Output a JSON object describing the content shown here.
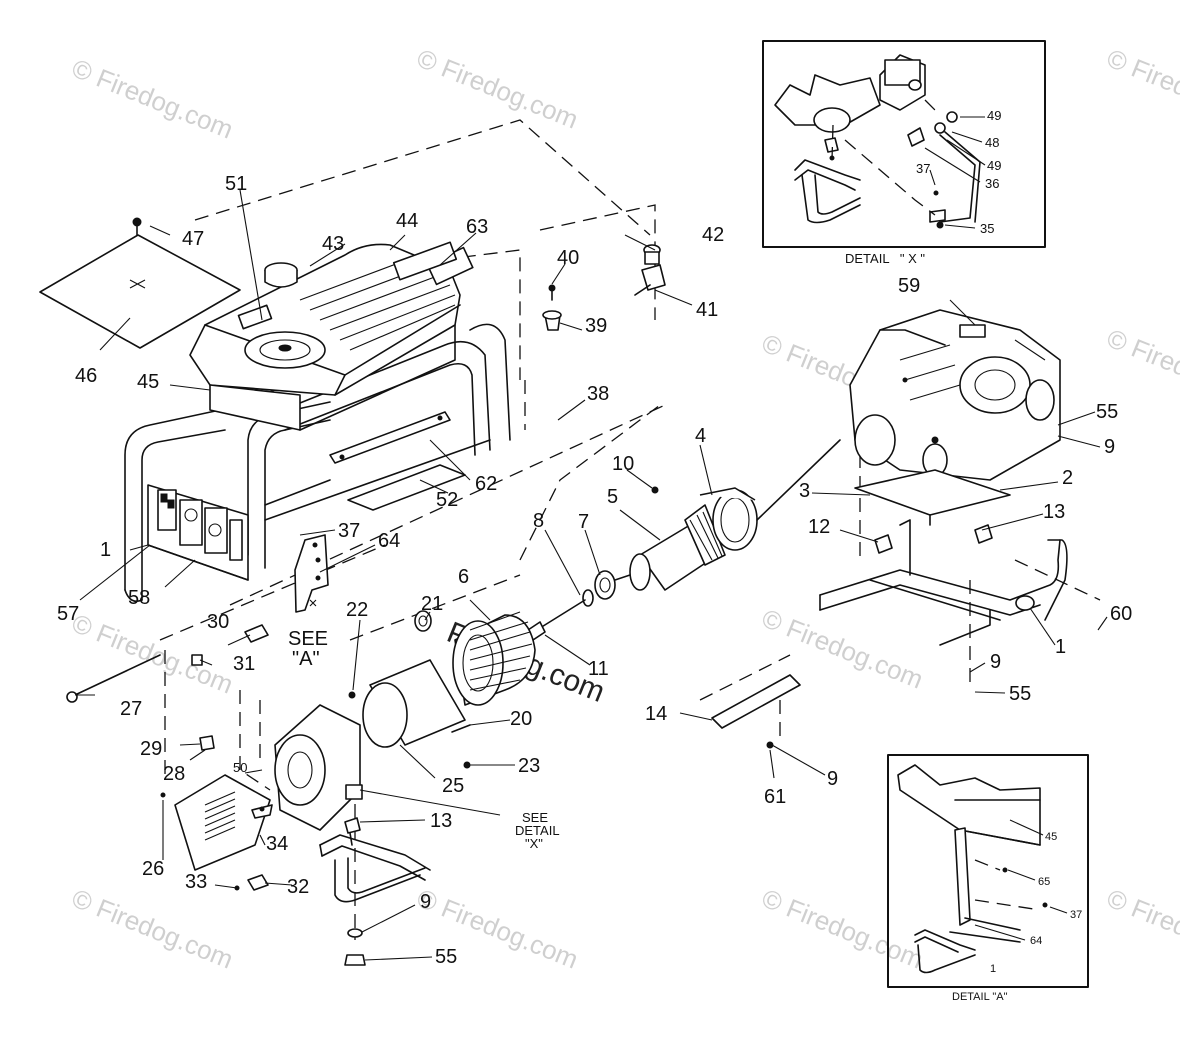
{
  "watermark": {
    "text": "© Firedog.com",
    "center_text": "Firedog.com"
  },
  "labels": {
    "p1": "1",
    "p1b": "1",
    "p1c": "1",
    "p2": "2",
    "p3": "3",
    "p4": "4",
    "p5": "5",
    "p6": "6",
    "p7": "7",
    "p8": "8",
    "p9a": "9",
    "p9b": "9",
    "p9c": "9",
    "p9d": "9",
    "p10": "10",
    "p11": "11",
    "p12": "12",
    "p13a": "13",
    "p13b": "13",
    "p14": "14",
    "p20": "20",
    "p21": "21",
    "p22": "22",
    "p23": "23",
    "p25": "25",
    "p26": "26",
    "p27": "27",
    "p28": "28",
    "p29": "29",
    "p30": "30",
    "p31": "31",
    "p32": "32",
    "p33": "33",
    "p34": "34",
    "p35": "35",
    "p36": "36",
    "p37a": "37",
    "p37b": "37",
    "p37c": "37",
    "p38": "38",
    "p39": "39",
    "p40": "40",
    "p41": "41",
    "p42": "42",
    "p43": "43",
    "p44": "44",
    "p45a": "45",
    "p45b": "45",
    "p46": "46",
    "p47": "47",
    "p48": "48",
    "p49a": "49",
    "p49b": "49",
    "p50": "50",
    "p51": "51",
    "p52": "52",
    "p55a": "55",
    "p55b": "55",
    "p55c": "55",
    "p57": "57",
    "p58": "58",
    "p59": "59",
    "p60": "60",
    "p61": "61",
    "p62": "62",
    "p63": "63",
    "p64a": "64",
    "p64b": "64",
    "p65": "65"
  },
  "callouts": {
    "see_a_line1": "SEE",
    "see_a_line2": "\"A\"",
    "see_x_line1": "SEE",
    "see_x_line2": "DETAIL",
    "see_x_line3": "\"X\""
  },
  "detail_x": {
    "title": "DETAIL   \" X \""
  },
  "detail_a": {
    "title": "DETAIL \"A\""
  }
}
